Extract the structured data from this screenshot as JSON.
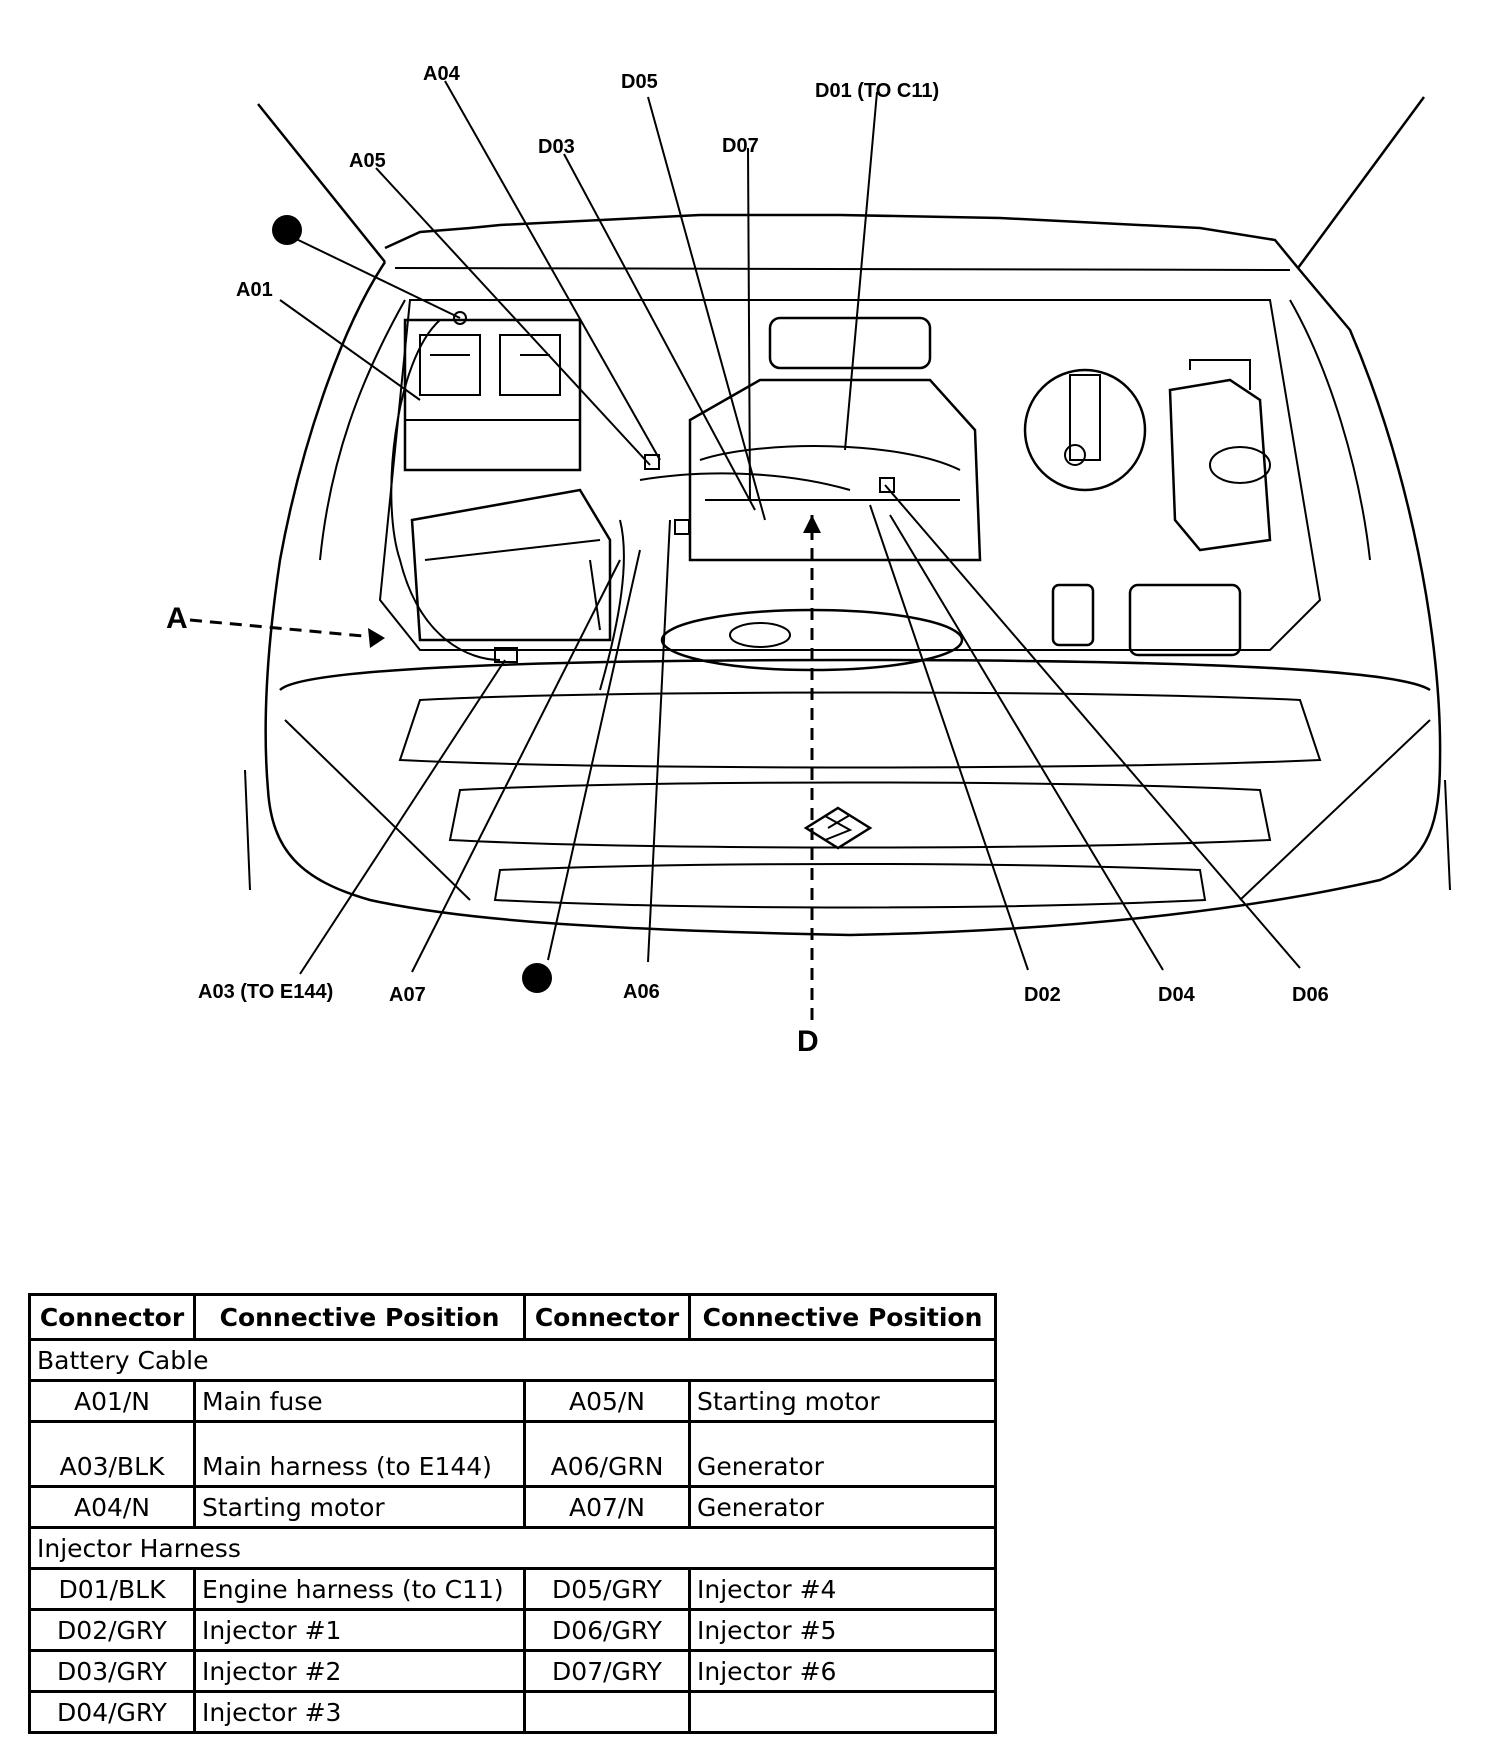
{
  "diagram": {
    "callouts": {
      "A04": "A04",
      "D05": "D05",
      "D01": "D01 (TO C11)",
      "A05": "A05",
      "D03": "D03",
      "D07": "D07",
      "A01": "A01",
      "A": "A",
      "A03": "A03 (TO E144)",
      "A07": "A07",
      "A06": "A06",
      "D02": "D02",
      "D04": "D04",
      "D06": "D06",
      "D": "D"
    }
  },
  "table": {
    "headers": [
      "Connector",
      "Connective Position",
      "Connector",
      "Connective Position"
    ],
    "sections": [
      {
        "title": "Battery Cable",
        "rows": [
          {
            "c1": "A01/N",
            "p1": "Main fuse",
            "c2": "A05/N",
            "p2": "Starting motor"
          },
          {
            "c1": "A03/BLK",
            "p1": "Main harness (to E144)",
            "c2": "A06/GRN",
            "p2": "Generator"
          },
          {
            "c1": "A04/N",
            "p1": "Starting motor",
            "c2": "A07/N",
            "p2": "Generator"
          }
        ]
      },
      {
        "title": "Injector Harness",
        "rows": [
          {
            "c1": "D01/BLK",
            "p1": "Engine harness (to C11)",
            "c2": "D05/GRY",
            "p2": "Injector #4"
          },
          {
            "c1": "D02/GRY",
            "p1": "Injector #1",
            "c2": "D06/GRY",
            "p2": "Injector #5"
          },
          {
            "c1": "D03/GRY",
            "p1": "Injector #2",
            "c2": "D07/GRY",
            "p2": "Injector #6"
          },
          {
            "c1": "D04/GRY",
            "p1": "Injector #3",
            "c2": "",
            "p2": ""
          }
        ]
      }
    ]
  }
}
